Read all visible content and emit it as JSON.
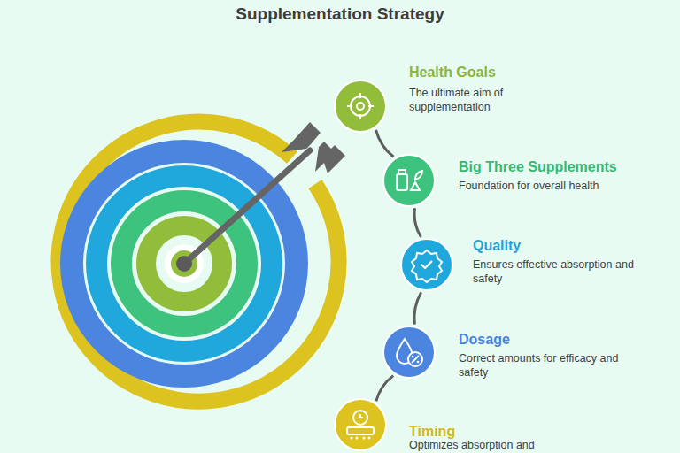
{
  "diagram": {
    "title": "Supplementation Strategy",
    "nodes": [
      {
        "text": [
          "Health Goals",
          "The ultimate aim of supplementation"
        ]
      },
      {
        "text": [
          "Big Three Supplements",
          "Foundation for overall health"
        ]
      },
      {
        "text": [
          "Quality",
          "Ensures effective absorption and safety"
        ]
      },
      {
        "text": [
          "Dosage",
          "Correct amounts for efficacy and safety"
        ]
      },
      {
        "text": [
          "Timing",
          "Optimizes absorption and"
        ]
      }
    ],
    "edges": [
      {
        "from": 0,
        "to": 1,
        "arrow": "none"
      },
      {
        "from": 1,
        "to": 2,
        "arrow": "none"
      },
      {
        "from": 2,
        "to": 3,
        "arrow": "none"
      },
      {
        "from": 3,
        "to": 4,
        "arrow": "none"
      }
    ]
  }
}
